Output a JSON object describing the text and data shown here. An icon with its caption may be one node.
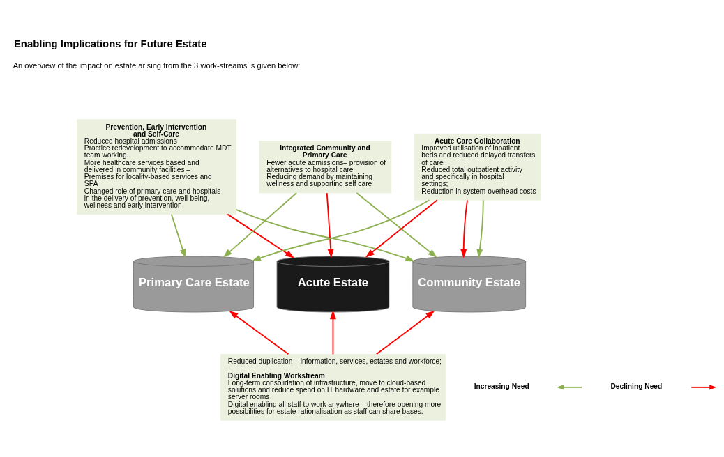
{
  "diagram": {
    "title": "Enabling Implications for Future Estate",
    "nodes": [
      {
        "text": [
          "Prevention, Early Intervention and Self-Care",
          "Reduced hospital admissions",
          "Practice redevelopment to accommodate MDT team working.",
          "More healthcare services based and delivered in community facilities – Premises for locality-based services and SPA",
          "Changed role of primary care and hospitals in the delivery of prevention, well-being, wellness and early intervention"
        ]
      },
      {
        "text": [
          "Integrated Community and Primary Care",
          "Fewer acute admissions– provision of alternatives to hospital care",
          "Reducing demand by maintaining wellness and supporting self care"
        ]
      },
      {
        "text": [
          "Acute Care Collaboration",
          "Improved utilisation of inpatient beds and reduced delayed transfers of care",
          "Reduced total outpatient activity and specifically in hospital settings;",
          "Reduction in system overhead costs"
        ]
      },
      {
        "text": [
          "Primary Care Estate"
        ]
      },
      {
        "text": [
          "Acute Estate"
        ]
      },
      {
        "text": [
          "Community Estate"
        ]
      },
      {
        "text": [
          "Reduced duplication – information, services, estates and workforce;",
          "Digital Enabling Workstream",
          "Long-term consolidation of infrastructure, move to cloud-based solutions and reduce spend on IT hardware and estate for example server rooms",
          "Digital enabling all staff to work anywhere – therefore opening more possibilities for estate rationalisation as staff can share bases."
        ]
      }
    ],
    "edges": [
      {
        "from": 0,
        "to": 3,
        "arrow": "to",
        "color": "#8db050"
      },
      {
        "from": 0,
        "to": 4,
        "arrow": "to"
      },
      {
        "from": 0,
        "to": 5,
        "arrow": "to",
        "color": "#8db050"
      },
      {
        "from": 1,
        "to": 3,
        "arrow": "to",
        "color": "#8db050"
      },
      {
        "from": 1,
        "to": 4,
        "arrow": "to"
      },
      {
        "from": 1,
        "to": 5,
        "arrow": "to",
        "color": "#8db050"
      },
      {
        "from": 2,
        "to": 4,
        "arrow": "to"
      },
      {
        "from": 2,
        "to": 5,
        "arrow": "to"
      },
      {
        "from": 2,
        "to": 5,
        "arrow": "to",
        "color": "#8db050"
      },
      {
        "from": 2,
        "to": 3,
        "arrow": "to",
        "color": "#8db050"
      },
      {
        "from": 6,
        "to": 3,
        "arrow": "to"
      },
      {
        "from": 6,
        "to": 4,
        "arrow": "to"
      },
      {
        "from": 6,
        "to": 5,
        "arrow": "to"
      }
    ],
    "labels": [
      "An overview of the impact on estate arising from the 3 work-streams is given below:"
    ],
    "legend": [
      {
        "text": "Increasing Need"
      },
      {
        "text": "Declining Need"
      }
    ]
  }
}
